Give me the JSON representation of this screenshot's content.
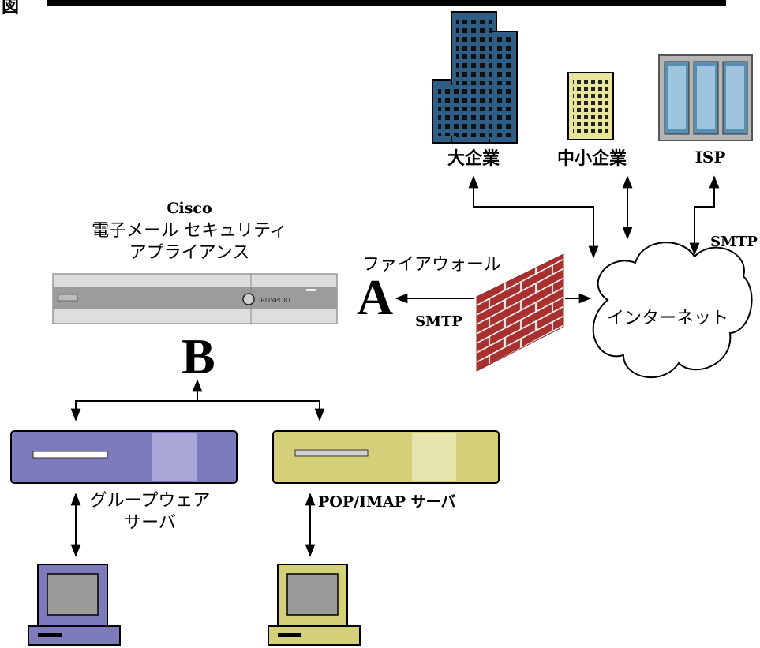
{
  "header": {
    "title_fragment": "図"
  },
  "nodes": {
    "large_enterprise": "大企業",
    "small_business": "中小企業",
    "isp": "ISP",
    "appliance_name": "Cisco",
    "appliance_line1": "電子メール セキュリティ",
    "appliance_line2": "アプライアンス",
    "appliance_brand": "IRONPORT",
    "firewall": "ファイアウォール",
    "internet": "インターネット",
    "groupware_line1": "グループウェア",
    "groupware_line2": "サーバ",
    "pop_imap": "POP/IMAP サーバ"
  },
  "protocols": {
    "smtp_firewall": "SMTP",
    "smtp_isp": "SMTP"
  },
  "markers": {
    "a": "A",
    "b": "B"
  },
  "colors": {
    "building_blue": "#2e5d85",
    "building_yellow": "#e8e49a",
    "server_rack_gray": "#c8c8c8",
    "brick_red": "#a8302f",
    "groupware_purple": "#7e7bbd",
    "pop_yellow": "#d4d07a",
    "line": "#000000"
  },
  "icons": [
    "office-tower-icon",
    "small-building-icon",
    "server-rack-icon",
    "appliance-icon",
    "firewall-icon",
    "cloud-icon",
    "server-icon",
    "workstation-icon"
  ]
}
